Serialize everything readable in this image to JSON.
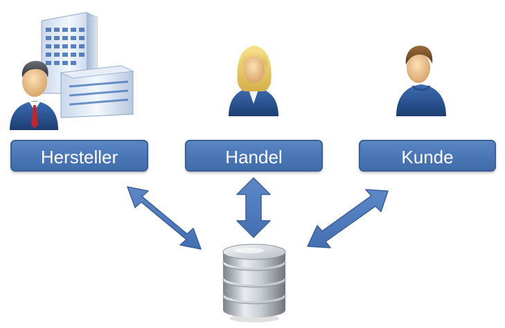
{
  "nodes": {
    "hersteller": {
      "label": "Hersteller",
      "icon": "manufacturer-building-icon"
    },
    "handel": {
      "label": "Handel",
      "icon": "retailer-woman-icon"
    },
    "kunde": {
      "label": "Kunde",
      "icon": "customer-man-icon"
    }
  },
  "center": {
    "icon": "database-icon"
  },
  "colors": {
    "label_fill": "#4a76b7",
    "label_border": "#3b5f95",
    "arrow_fill": "#4f7bbd",
    "arrow_stroke": "#3a5f98"
  }
}
